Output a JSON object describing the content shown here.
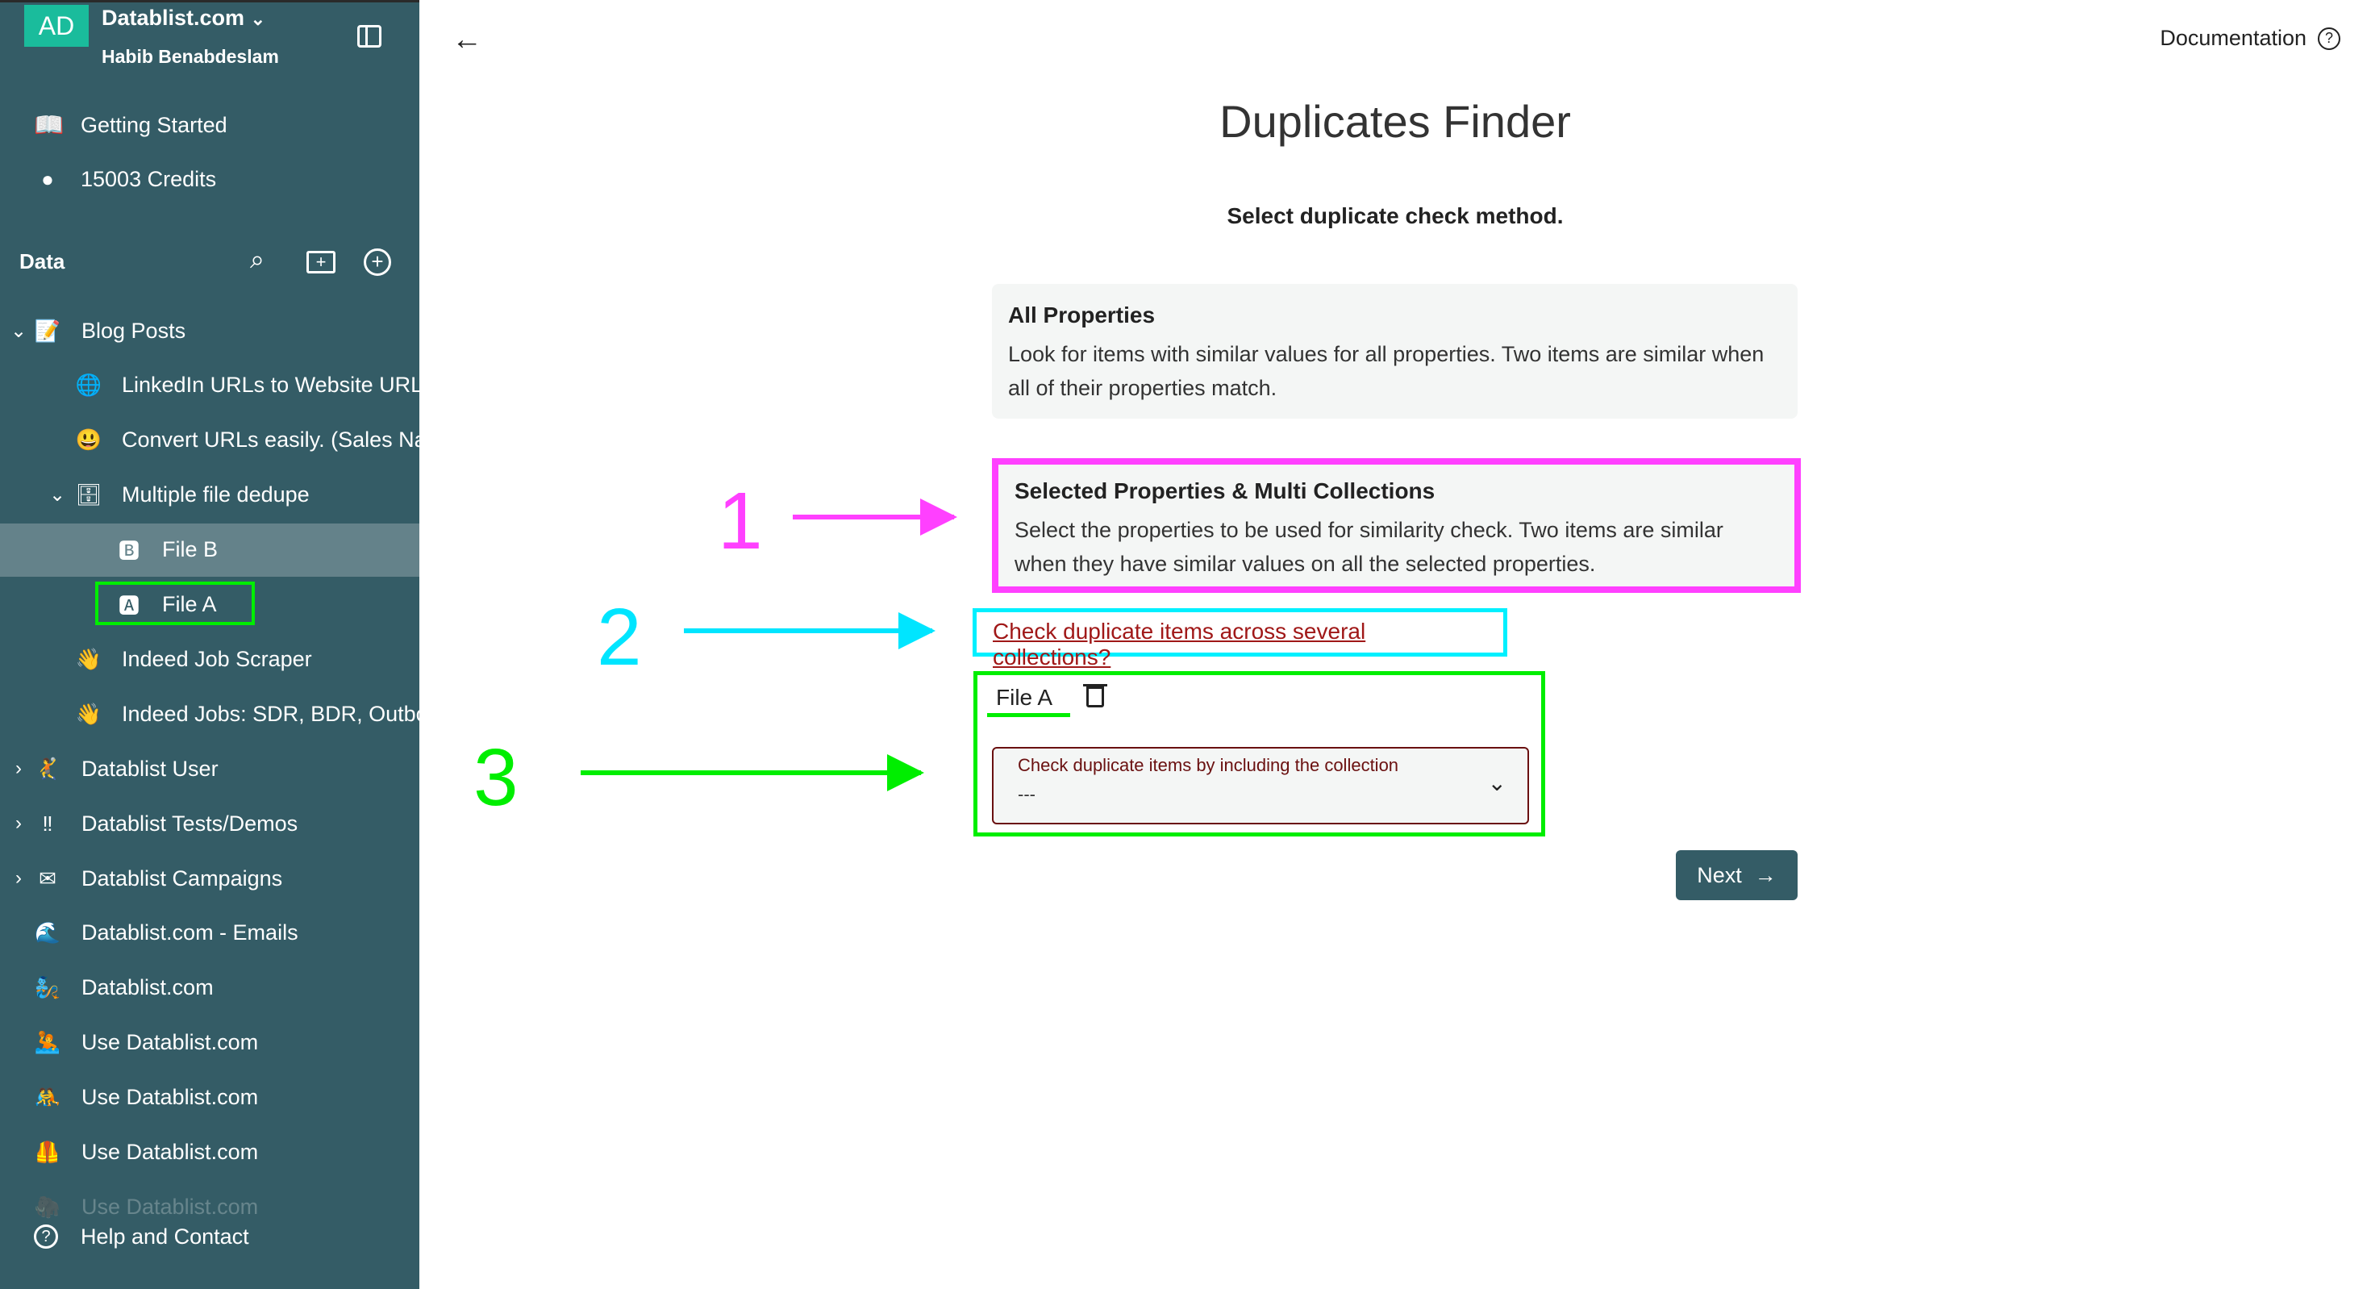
{
  "sidebar": {
    "avatar": "AD",
    "workspace": "Datablist.com",
    "user": "Habib Benabdeslam",
    "nav": [
      {
        "label": "Getting Started",
        "icon": "book-icon"
      },
      {
        "label": "15003 Credits",
        "icon": "coins-icon"
      }
    ],
    "data_header": "Data",
    "tree": [
      {
        "label": "Blog Posts",
        "icon": "📝",
        "level": 0,
        "chevron": "⌄"
      },
      {
        "label": "LinkedIn URLs to Website URLs",
        "icon": "🌐",
        "level": 1
      },
      {
        "label": "Convert URLs easily. (Sales Navigator)",
        "icon": "😃",
        "level": 1
      },
      {
        "label": "Multiple file dedupe",
        "icon": "🗄",
        "level": 1,
        "chevron": "⌄"
      },
      {
        "label": "File B",
        "icon": "🅱",
        "level": 2,
        "selected": true
      },
      {
        "label": "File A",
        "icon": "🅰",
        "level": 2,
        "highlight": true
      },
      {
        "label": "Indeed Job Scraper",
        "icon": "👋",
        "level": 1
      },
      {
        "label": "Indeed Jobs: SDR, BDR, Outbound",
        "icon": "👋",
        "level": 1
      },
      {
        "label": "Datablist User",
        "icon": "🤾",
        "level": 0,
        "chevron": "›"
      },
      {
        "label": "Datablist Tests/Demos",
        "icon": "‼",
        "level": 0,
        "chevron": "›"
      },
      {
        "label": "Datablist Campaigns",
        "icon": "✉",
        "level": 0,
        "chevron": "›"
      },
      {
        "label": "Datablist.com - Emails",
        "icon": "🌊",
        "level": 0
      },
      {
        "label": "Datablist.com",
        "icon": "🧞",
        "level": 0
      },
      {
        "label": "Use Datablist.com",
        "icon": "🤽",
        "level": 0
      },
      {
        "label": "Use Datablist.com",
        "icon": "🤼",
        "level": 0
      },
      {
        "label": "Use Datablist.com",
        "icon": "🦺",
        "level": 0
      },
      {
        "label": "Use Datablist.com",
        "icon": "🦣",
        "level": 0,
        "faded": true
      }
    ],
    "help": "Help and Contact"
  },
  "header": {
    "documentation": "Documentation"
  },
  "main": {
    "title": "Duplicates Finder",
    "subtitle": "Select duplicate check method.",
    "option_all": {
      "title": "All Properties",
      "desc": "Look for items with similar values for all properties. Two items are similar when all of their properties match."
    },
    "option_selected": {
      "title": "Selected Properties & Multi Collections",
      "desc": "Select the properties to be used for similarity check. Two items are similar when they have similar values on all the selected properties."
    },
    "multi_link": "Check duplicate items across several collections?",
    "collection_tab": "File A",
    "select_label": "Check duplicate items by including the collection",
    "select_value": "---",
    "next": "Next"
  },
  "annotations": [
    {
      "n": "1",
      "color": "#ff40ff"
    },
    {
      "n": "2",
      "color": "#00e5ff"
    },
    {
      "n": "3",
      "color": "#00ee00"
    }
  ],
  "colors": {
    "sidebar": "#345c66",
    "accent": "#1abc9c",
    "link": "#a01818",
    "button": "#345c66"
  }
}
